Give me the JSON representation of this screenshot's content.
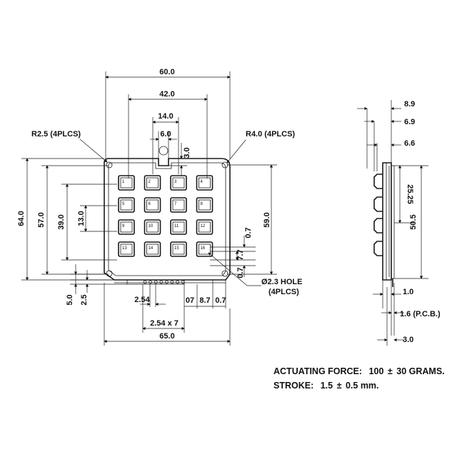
{
  "front_view": {
    "dims": {
      "width_overall": "60.0",
      "key_span_h": "42.0",
      "key_pitch_h": "14.0",
      "key_width": "6.0",
      "notch_depth": "3.0",
      "corner_radius_left": "R2.5 (4PLCS)",
      "corner_radius_right": "R4.0 (4PLCS)",
      "height_overall": "64.0",
      "height_inner": "57.0",
      "key_span_v": "39.0",
      "key_pitch_v": "13.0",
      "hole_spacing_v": "59.0",
      "offset_07_top": "0.7",
      "offset_77": "7.7",
      "offset_07_bottom": "0.7",
      "hole_label": "Ø2.3 HOLE",
      "hole_count": "(4PLCS)",
      "bottom_50": "5.0",
      "bottom_25": "2.5",
      "pin_pitch": "2.54",
      "pin_07": "07",
      "pin_87": "8.7",
      "pin_07b": "0.7",
      "pin_span": "2.54 x 7",
      "board_width": "65.0"
    },
    "keys": [
      "1",
      "2",
      "3",
      "4",
      "5",
      "6",
      "7",
      "8",
      "9",
      "10",
      "11",
      "12",
      "13",
      "14",
      "15",
      "16"
    ]
  },
  "side_view": {
    "dims": {
      "d_89": "8.9",
      "d_69": "6.9",
      "d_66": "6.6",
      "d_2525": "25.25",
      "d_505": "50.5",
      "d_10": "1.0",
      "d_16": "1.6 (P.C.B.)",
      "d_30": "3.0"
    }
  },
  "notes": {
    "force_label": "ACTUATING FORCE:",
    "force_value": "100",
    "force_pm": "±",
    "force_tol": "30 GRAMS.",
    "stroke_label": "STROKE:",
    "stroke_value": "1.5",
    "stroke_pm": "±",
    "stroke_tol": "0.5 mm."
  }
}
